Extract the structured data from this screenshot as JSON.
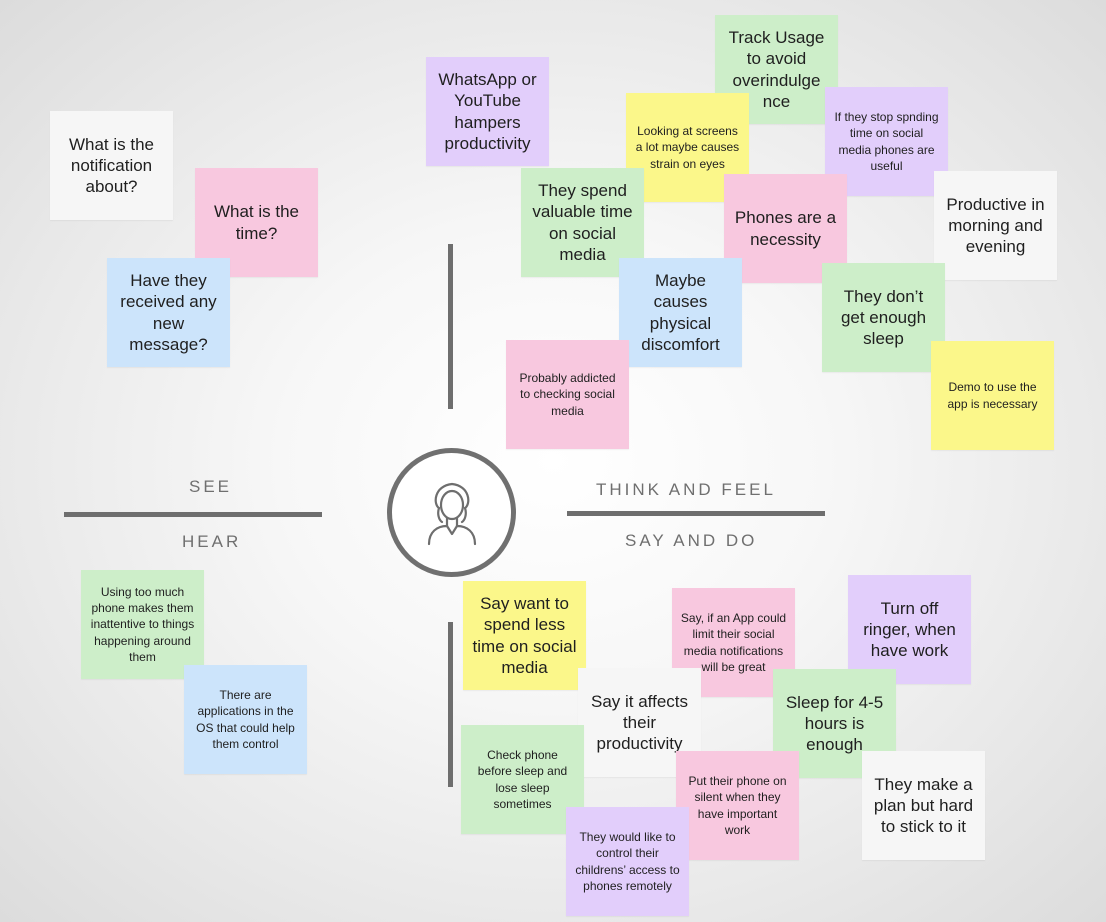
{
  "quadrants": {
    "see": "SEE",
    "hear": "HEAR",
    "think_feel": "THINK AND FEEL",
    "say_do": "SAY AND DO"
  },
  "persona": {
    "icon": "user-avatar-icon"
  },
  "notes": {
    "see": [
      "What is the notification about?",
      "What is the time?",
      "Have they received any new message?"
    ],
    "think_feel": [
      "WhatsApp or YouTube hampers productivity",
      "Track Usage to avoid overindulge nce",
      "Looking at screens a lot maybe causes strain on eyes",
      "If they stop spnding time on social media phones are useful",
      "They spend valuable time on social media",
      "Phones are a necessity",
      "Productive in morning and evening",
      "Maybe causes physical discomfort",
      "They don’t get enough sleep",
      "Probably addicted to checking social media",
      "Demo to use the app is necessary"
    ],
    "hear": [
      "Using too much phone makes them inattentive to things happening around them",
      "There are applications in the OS that could help them control"
    ],
    "say_do": [
      "Say want to spend less time on social media",
      "Say, if an App could limit their social media notifications will be great",
      "Turn off ringer, when have work",
      "Say it affects their productivity",
      "Sleep for 4-5 hours is enough",
      "Check phone before sleep and lose sleep sometimes",
      "Put their phone on silent when they have important work",
      "They make a plan but hard to stick to it",
      "They would like to control their childrens’ access to phones remotely"
    ]
  },
  "colors": {
    "white": "#f6f6f6",
    "pink": "#f8c8df",
    "blue": "#cce4fb",
    "green": "#cdeec9",
    "purple": "#e2cefb",
    "yellow": "#fbf78a",
    "divider": "#6e6e6e"
  }
}
